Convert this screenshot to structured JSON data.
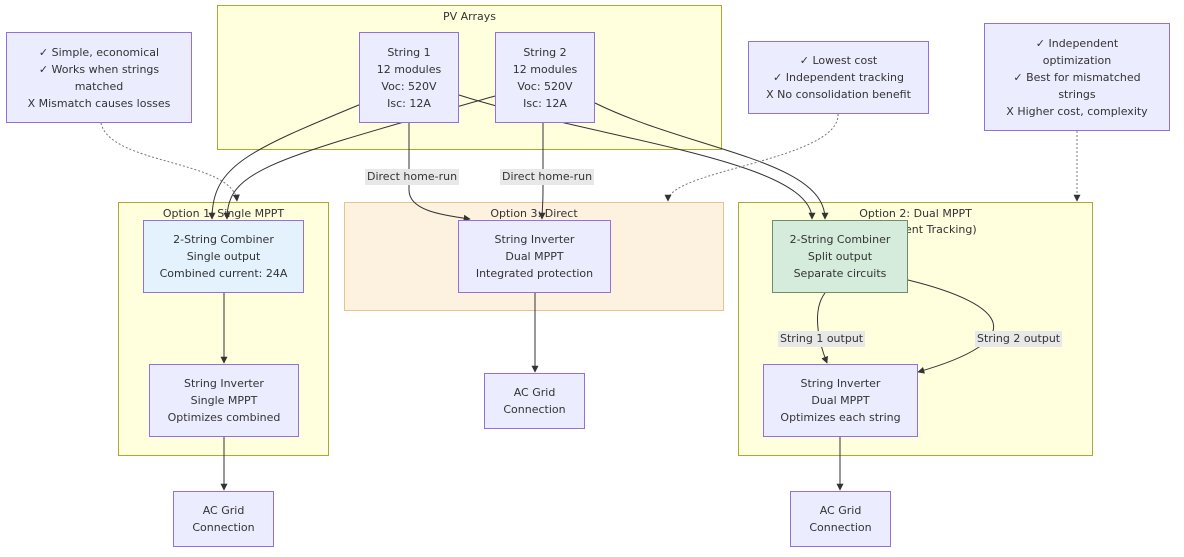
{
  "clusters": {
    "pv_arrays": "PV Arrays",
    "option1": "Option 1: Single MPPT",
    "option3": "Option 3: Direct",
    "option2_line1": "Option 2: Dual MPPT",
    "option2_line2": "ent Tracking)"
  },
  "nodes": {
    "string1": [
      "String 1",
      "12 modules",
      "Voc: 520V",
      "Isc: 12A"
    ],
    "string2": [
      "String 2",
      "12 modules",
      "Voc: 520V",
      "Isc: 12A"
    ],
    "note_option1": [
      "✓ Simple, economical",
      "✓ Works when strings",
      "matched",
      "X Mismatch causes losses"
    ],
    "note_option3": [
      "✓ Lowest cost",
      "✓ Independent tracking",
      "X No consolidation benefit"
    ],
    "note_option2": [
      "✓ Independent",
      "optimization",
      "✓ Best for mismatched",
      "strings",
      "X Higher cost, complexity"
    ],
    "combiner1": [
      "2-String Combiner",
      "Single output",
      "Combined current: 24A"
    ],
    "inverter3": [
      "String Inverter",
      "Dual MPPT",
      "Integrated protection"
    ],
    "combiner2": [
      "2-String Combiner",
      "Split output",
      "Separate circuits"
    ],
    "inverter1": [
      "String Inverter",
      "Single MPPT",
      "Optimizes combined"
    ],
    "grid3": [
      "AC Grid",
      "Connection"
    ],
    "inverter2": [
      "String Inverter",
      "Dual MPPT",
      "Optimizes each string"
    ],
    "grid1": [
      "AC Grid",
      "Connection"
    ],
    "grid2": [
      "AC Grid",
      "Connection"
    ]
  },
  "edge_labels": {
    "home_run_1": "Direct home-run",
    "home_run_2": "Direct home-run",
    "string1_output": "String 1 output",
    "string2_output": "String 2 output"
  }
}
